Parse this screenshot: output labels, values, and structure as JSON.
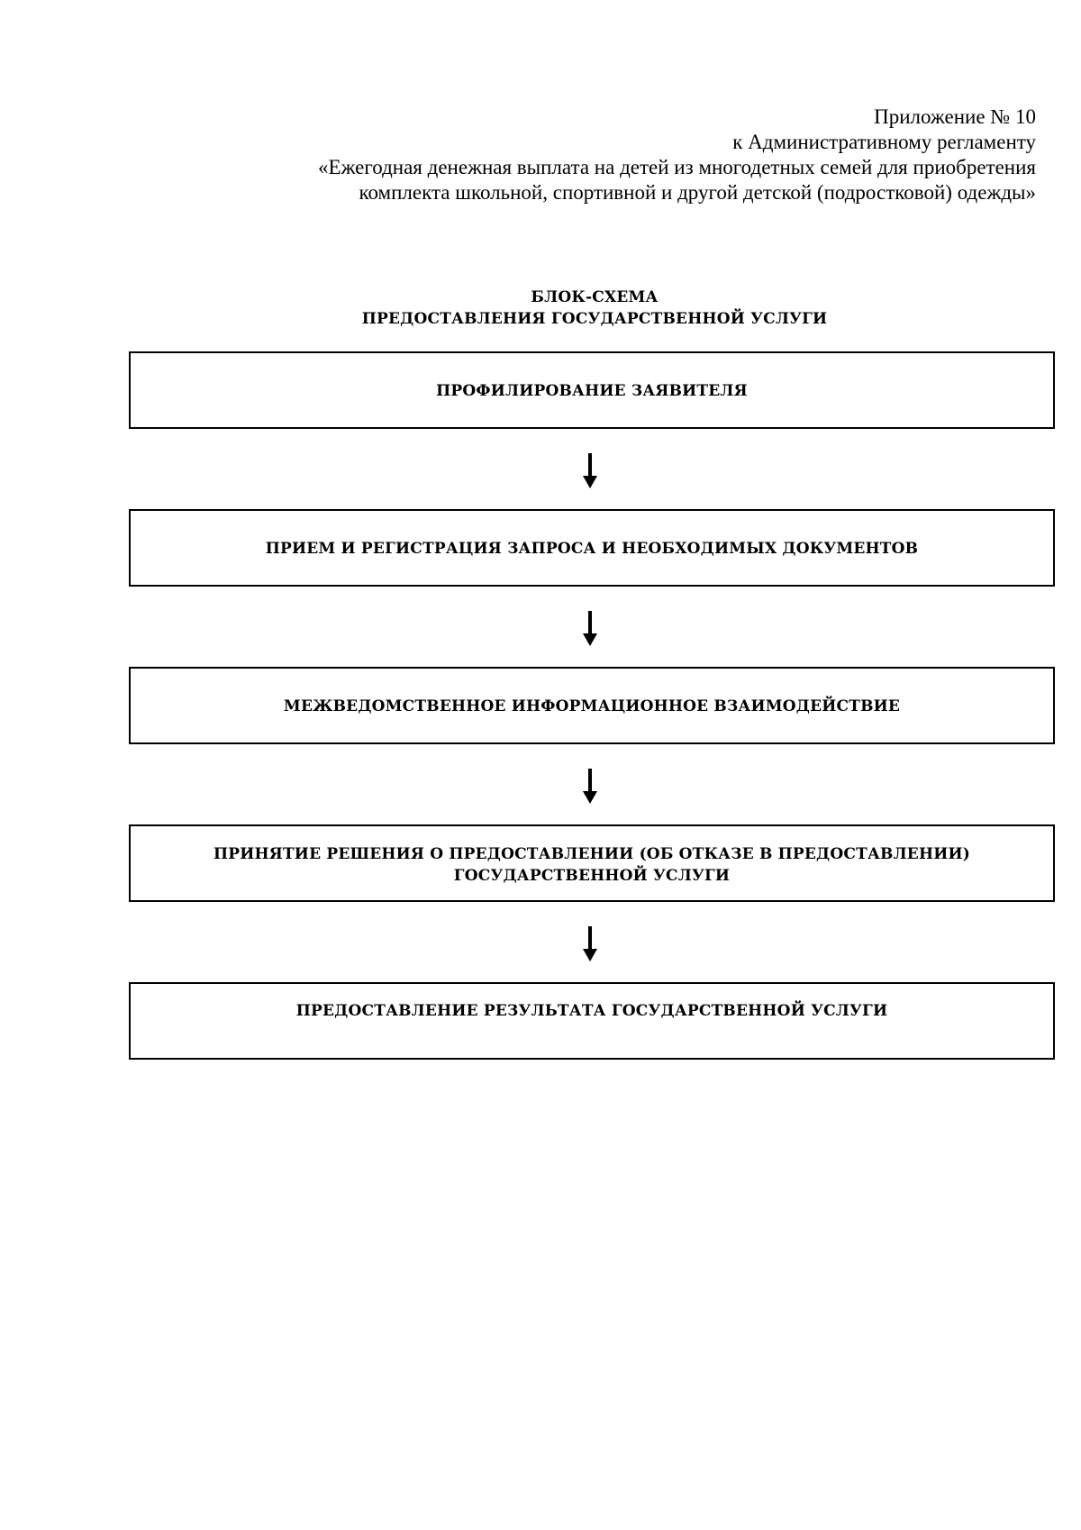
{
  "annex": {
    "lines": [
      "Приложение № 10",
      "к Административному регламенту",
      "«Ежегодная денежная выплата на детей из многодетных семей для приобретения",
      "комплекта школьной, спортивной и другой детской (подростковой) одежды»"
    ]
  },
  "scheme": {
    "title_line1": "БЛОК-СХЕМА",
    "title_line2": "ПРЕДОСТАВЛЕНИЯ ГОСУДАРСТВЕННОЙ УСЛУГИ"
  },
  "steps": [
    {
      "text": "ПРОФИЛИРОВАНИЕ ЗАЯВИТЕЛЯ"
    },
    {
      "text": "ПРИЕМ И РЕГИСТРАЦИЯ ЗАПРОСА И НЕОБХОДИМЫХ ДОКУМЕНТОВ"
    },
    {
      "text": "МЕЖВЕДОМСТВЕННОЕ ИНФОРМАЦИОННОЕ ВЗАИМОДЕЙСТВИЕ"
    },
    {
      "line1": "ПРИНЯТИЕ РЕШЕНИЯ О ПРЕДОСТАВЛЕНИИ (ОБ ОТКАЗЕ В ПРЕДОСТАВЛЕНИИ)",
      "line2": "ГОСУДАРСТВЕННОЙ УСЛУГИ"
    },
    {
      "text": "ПРЕДОСТАВЛЕНИЕ РЕЗУЛЬТАТА ГОСУДАРСТВЕННОЙ УСЛУГИ"
    }
  ],
  "connector": {
    "icon": "arrow-down-icon",
    "color": "#000000"
  }
}
